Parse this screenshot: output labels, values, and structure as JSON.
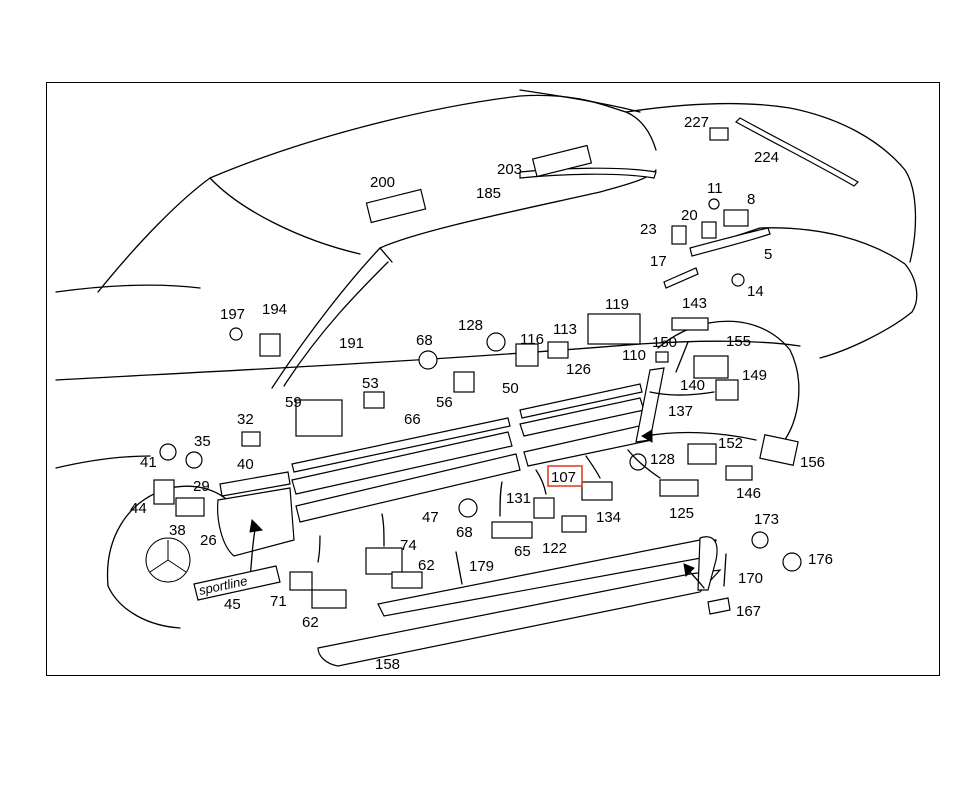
{
  "diagram": {
    "highlight": {
      "label": "107",
      "color": "#e0442a"
    },
    "badge_text": "sportline",
    "labels": [
      "227",
      "224",
      "200",
      "203",
      "185",
      "11",
      "8",
      "20",
      "23",
      "5",
      "17",
      "14",
      "197",
      "194",
      "191",
      "68",
      "128",
      "116",
      "113",
      "119",
      "143",
      "155",
      "150",
      "110",
      "126",
      "149",
      "140",
      "53",
      "56",
      "50",
      "59",
      "66",
      "137",
      "32",
      "35",
      "41",
      "40",
      "29",
      "44",
      "38",
      "26",
      "45",
      "71",
      "62",
      "74",
      "179",
      "62",
      "65",
      "122",
      "131",
      "47",
      "68",
      "134",
      "125",
      "128",
      "152",
      "156",
      "146",
      "173",
      "176",
      "170",
      "167",
      "158"
    ]
  }
}
